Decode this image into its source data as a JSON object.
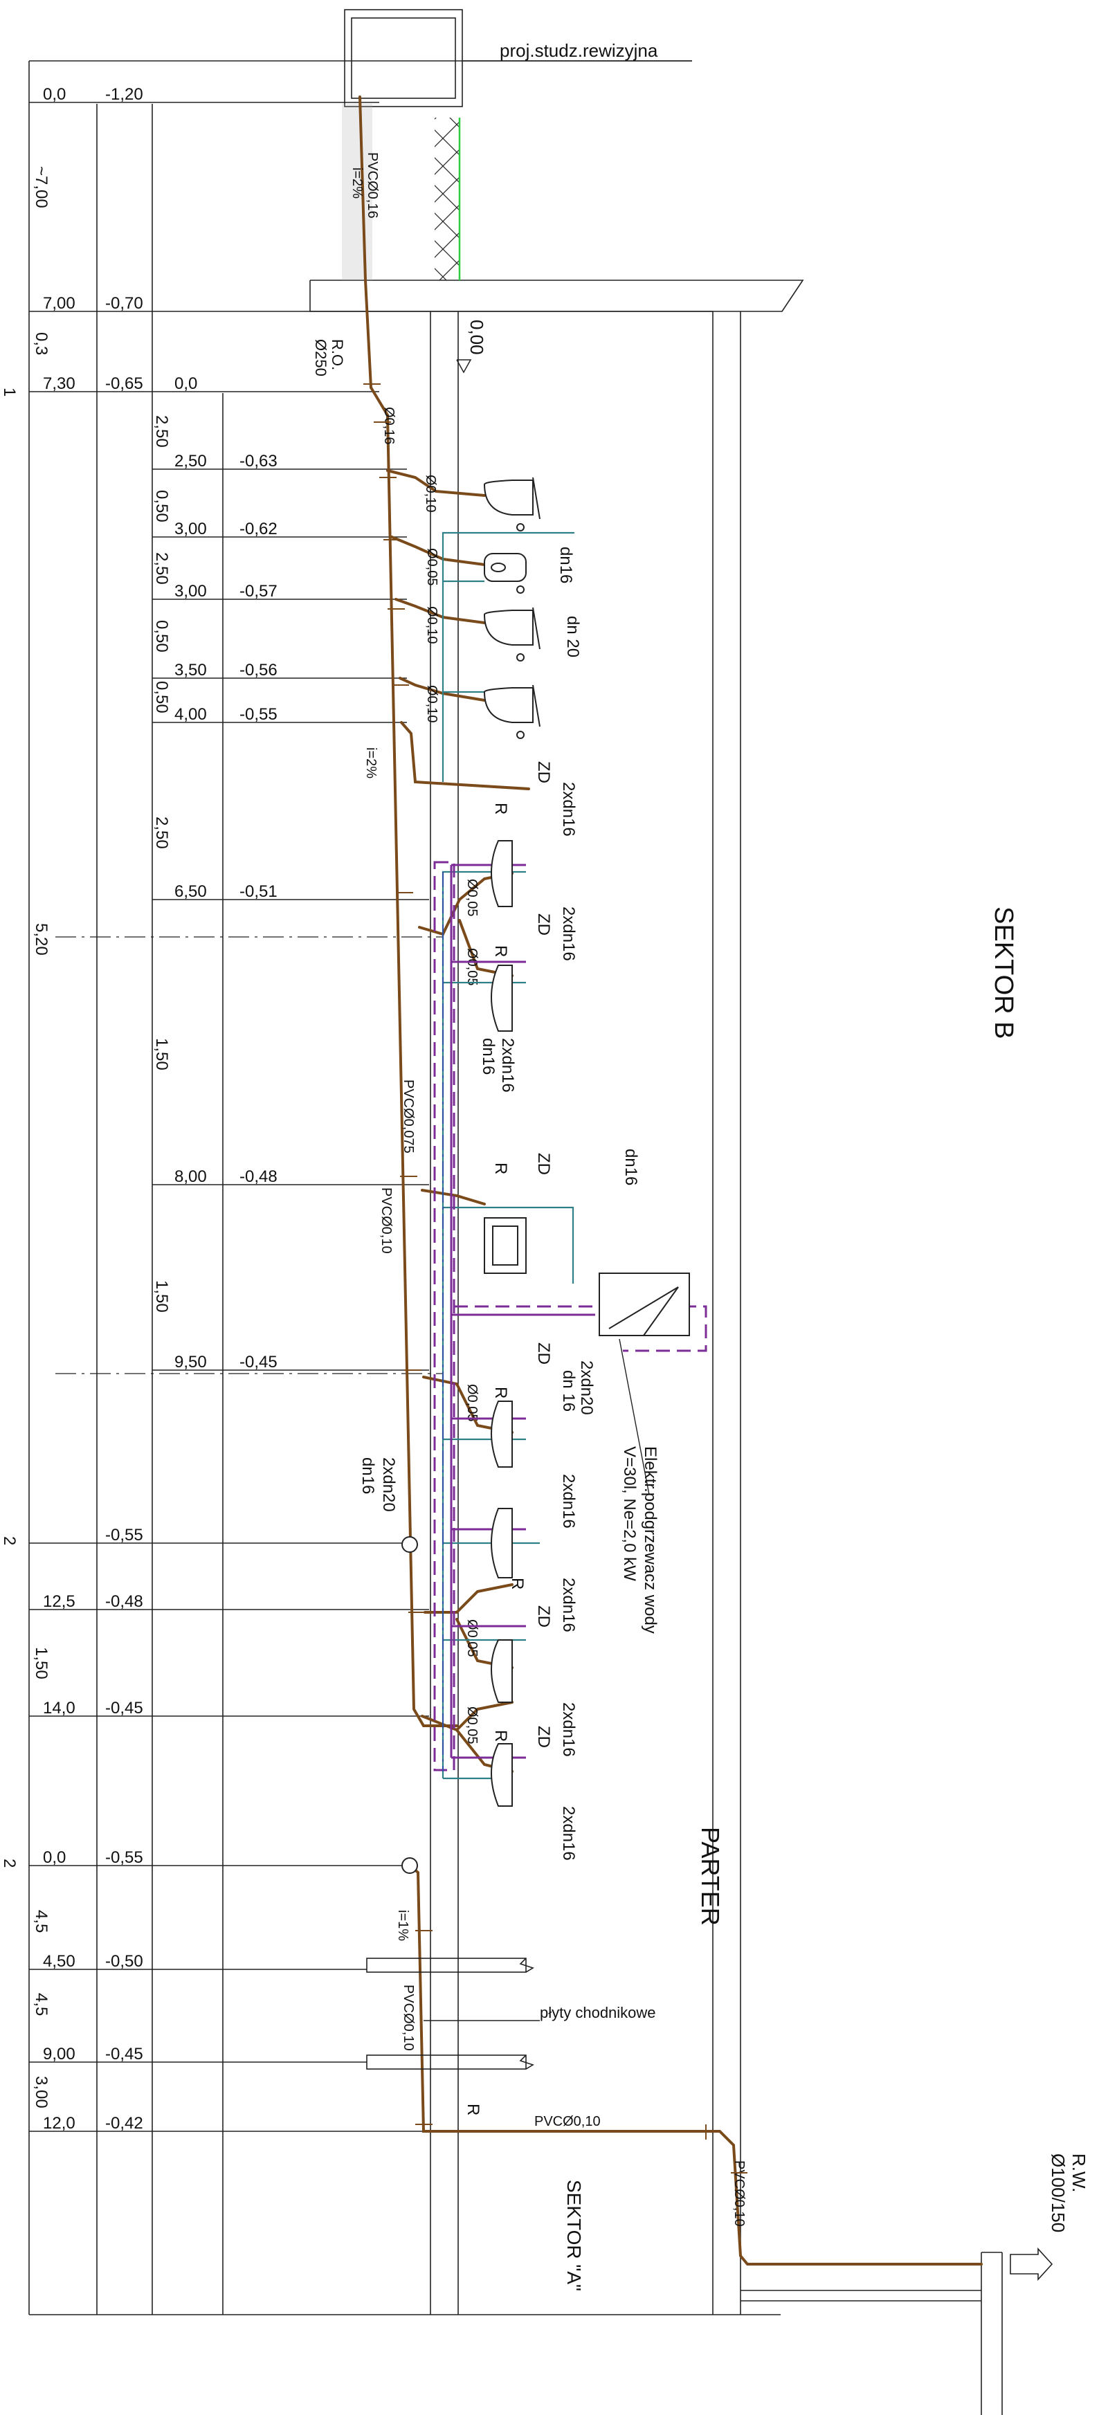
{
  "colors": {
    "line": "#222222",
    "sewer": "#7a4a1a",
    "water": "#2f7f86",
    "hotwater": "#7b2c96",
    "dashed": "#7b2c96",
    "hatch": "#2ecc40"
  },
  "labels": {
    "manhole": "proj.studz.rewizyjna",
    "sector_b": "SEKTOR B",
    "parter": "PARTER",
    "sector_a": "SEKTOR \"A\"",
    "plyty": "płyty chodnikowe",
    "ro": "R.O.",
    "ro_d": "Ø250",
    "rw": "R.W.",
    "rw_d": "Ø100/150",
    "zero": "0,00",
    "heater1": "Elektr.podgrzewacz wody",
    "heater2": "V=30l, Ne=2,0 kW"
  },
  "axis_marks": [
    "1",
    "2",
    "2"
  ],
  "left_stations": [
    {
      "st": "0,0",
      "lvl": "-1,20"
    },
    {
      "st": "7,00",
      "lvl": "-0,70"
    },
    {
      "st": "7,30",
      "lvl": "-0,65"
    },
    {
      "st": "",
      "lvl": "-0,55"
    },
    {
      "st": "12,5",
      "lvl": "-0,48"
    },
    {
      "st": "14,0",
      "lvl": "-0,45"
    },
    {
      "st": "0,0",
      "lvl": "-0,55"
    },
    {
      "st": "4,50",
      "lvl": "-0,50"
    },
    {
      "st": "9,00",
      "lvl": "-0,45"
    },
    {
      "st": "12,0",
      "lvl": "-0,42"
    }
  ],
  "left_distances": [
    "~7,00",
    "0,3",
    "5,20",
    "1,50",
    "4,5",
    "4,5",
    "3,00"
  ],
  "inner_stations": [
    {
      "st": "0,0",
      "lvl": ""
    },
    {
      "st": "2,50",
      "lvl": "-0,63"
    },
    {
      "st": "3,00",
      "lvl": "-0,62"
    },
    {
      "st": "3,00",
      "lvl": "-0,57"
    },
    {
      "st": "3,50",
      "lvl": "-0,56"
    },
    {
      "st": "4,00",
      "lvl": "-0,55"
    },
    {
      "st": "6,50",
      "lvl": "-0,51"
    },
    {
      "st": "8,00",
      "lvl": "-0,48"
    },
    {
      "st": "9,50",
      "lvl": "-0,45"
    }
  ],
  "inner_distances": [
    "2,50",
    "0,50",
    "2,50",
    "0,50",
    "0,50",
    "2,50",
    "1,50",
    "1,50"
  ],
  "pipe_labels": [
    "PVCØ0,16",
    "i=2%",
    "Ø0,16",
    "Ø0,10",
    "Ø0,05",
    "Ø0,10",
    "Ø0,10",
    "i=2%",
    "PVCØ0,075",
    "PVCØ0,10",
    "i=1%",
    "PVCØ0,10",
    "PVCØ0,10",
    "PVCØ0,10",
    "Ø0,05",
    "Ø0,05",
    "Ø0,05",
    "Ø0,05",
    "Ø0,05"
  ],
  "fitting_labels": [
    "dn16",
    "dn 20",
    "ZD",
    "R",
    "2xdn16",
    "ZD",
    "R",
    "2xdn16",
    "2xdn16",
    "dn16",
    "ZD",
    "R",
    "dn16",
    "ZD",
    "R",
    "2xdn20",
    "dn 16",
    "2xdn16",
    "2xdn20",
    "dn16",
    "R",
    "ZD",
    "2xdn16",
    "ZD",
    "R",
    "2xdn16",
    "2xdn16",
    "R"
  ]
}
